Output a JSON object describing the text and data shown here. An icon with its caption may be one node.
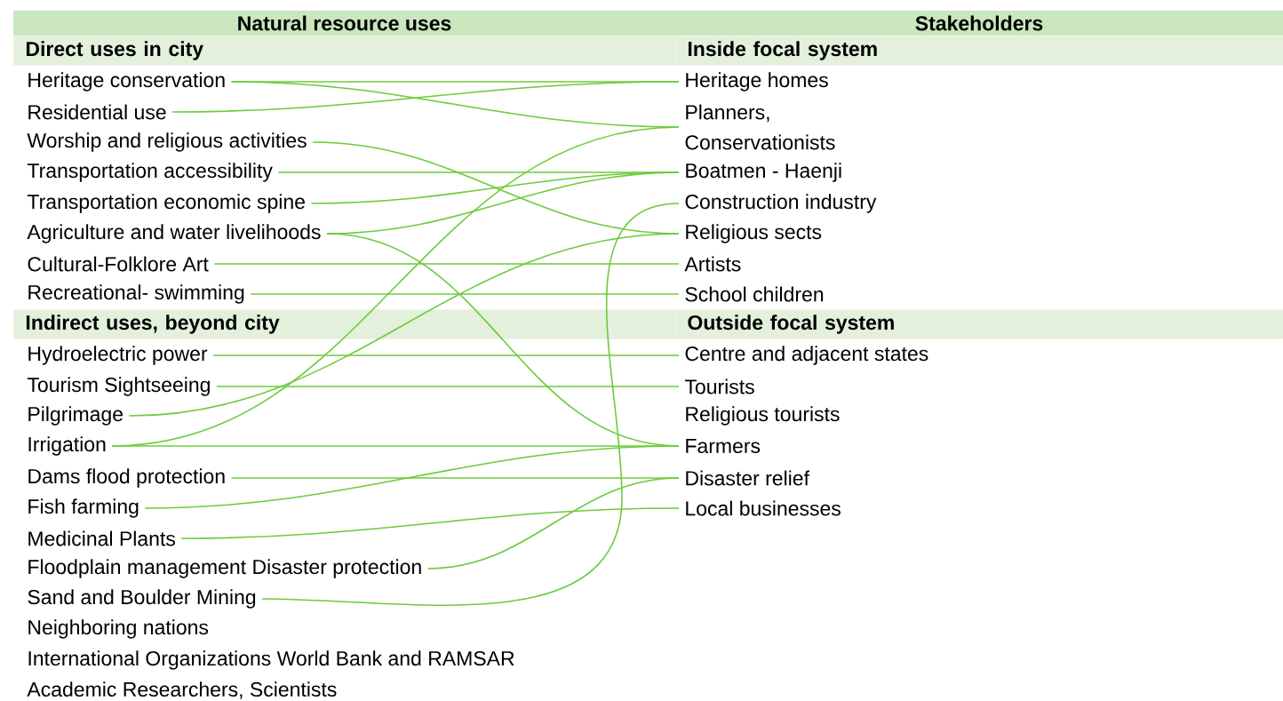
{
  "diagram": {
    "nodes": [
      {
        "text": [
          "Heritage conservation"
        ]
      },
      {
        "text": [
          "Residential use"
        ]
      },
      {
        "text": [
          "Worship and religious activities"
        ]
      },
      {
        "text": [
          "Transportation accessibility"
        ]
      },
      {
        "text": [
          "Transportation economic spine"
        ]
      },
      {
        "text": [
          "Agriculture and water livelihoods"
        ]
      },
      {
        "text": [
          "Cultural-Folklore Art"
        ]
      },
      {
        "text": [
          "Recreational- swimming"
        ]
      },
      {
        "text": [
          "Hydroelectric power"
        ]
      },
      {
        "text": [
          "Tourism Sightseeing"
        ]
      },
      {
        "text": [
          "Pilgrimage"
        ]
      },
      {
        "text": [
          "Irrigation"
        ]
      },
      {
        "text": [
          "Dams flood protection"
        ]
      },
      {
        "text": [
          "Fish farming"
        ]
      },
      {
        "text": [
          "Medicinal Plants"
        ]
      },
      {
        "text": [
          "Floodplain management Disaster protection"
        ]
      },
      {
        "text": [
          "Sand and Boulder Mining"
        ]
      },
      {
        "text": [
          "Neighboring nations"
        ]
      },
      {
        "text": [
          "International Organizations World Bank and RAMSAR"
        ]
      },
      {
        "text": [
          "Academic Researchers, Scientists"
        ]
      },
      {
        "text": [
          "Heritage homes"
        ]
      },
      {
        "text": [
          "Planners, Conservationists"
        ]
      },
      {
        "text": [
          "Boatmen - Haenji"
        ]
      },
      {
        "text": [
          "Construction industry"
        ]
      },
      {
        "text": [
          "Religious sects"
        ]
      },
      {
        "text": [
          "Artists"
        ]
      },
      {
        "text": [
          "School children"
        ]
      },
      {
        "text": [
          "Centre and adjacent states"
        ]
      },
      {
        "text": [
          "Tourists"
        ]
      },
      {
        "text": [
          "Religious tourists"
        ]
      },
      {
        "text": [
          "Farmers"
        ]
      },
      {
        "text": [
          "Disaster relief"
        ]
      },
      {
        "text": [
          "Local businesses"
        ]
      }
    ],
    "edges": [
      {
        "from": 0,
        "to": 21,
        "arrow": "none"
      },
      {
        "from": 0,
        "to": 20,
        "arrow": "none"
      },
      {
        "from": 1,
        "to": 20,
        "arrow": "none"
      },
      {
        "from": 2,
        "to": 24,
        "arrow": "none"
      },
      {
        "from": 3,
        "to": 22,
        "arrow": "none"
      },
      {
        "from": 4,
        "to": 22,
        "arrow": "none"
      },
      {
        "from": 5,
        "to": 22,
        "arrow": "none"
      },
      {
        "from": 5,
        "to": 30,
        "arrow": "none"
      },
      {
        "from": 6,
        "to": 25,
        "arrow": "none"
      },
      {
        "from": 7,
        "to": 26,
        "arrow": "none"
      },
      {
        "from": 8,
        "to": 27,
        "arrow": "none"
      },
      {
        "from": 9,
        "to": 28,
        "arrow": "none"
      },
      {
        "from": 10,
        "to": 24,
        "arrow": "none"
      },
      {
        "from": 11,
        "to": 30,
        "arrow": "none"
      },
      {
        "from": 11,
        "to": 21,
        "arrow": "none"
      },
      {
        "from": 12,
        "to": 31,
        "arrow": "none"
      },
      {
        "from": 13,
        "to": 30,
        "arrow": "none"
      },
      {
        "from": 14,
        "to": 32,
        "arrow": "none"
      },
      {
        "from": 15,
        "to": 31,
        "arrow": "none"
      },
      {
        "from": 16,
        "to": 23,
        "arrow": "none"
      }
    ],
    "labels": [
      "Natural resource uses",
      "Stakeholders",
      "Direct uses in city",
      "Inside focal system",
      "Indirect uses, beyond city",
      "Outside focal system"
    ]
  }
}
